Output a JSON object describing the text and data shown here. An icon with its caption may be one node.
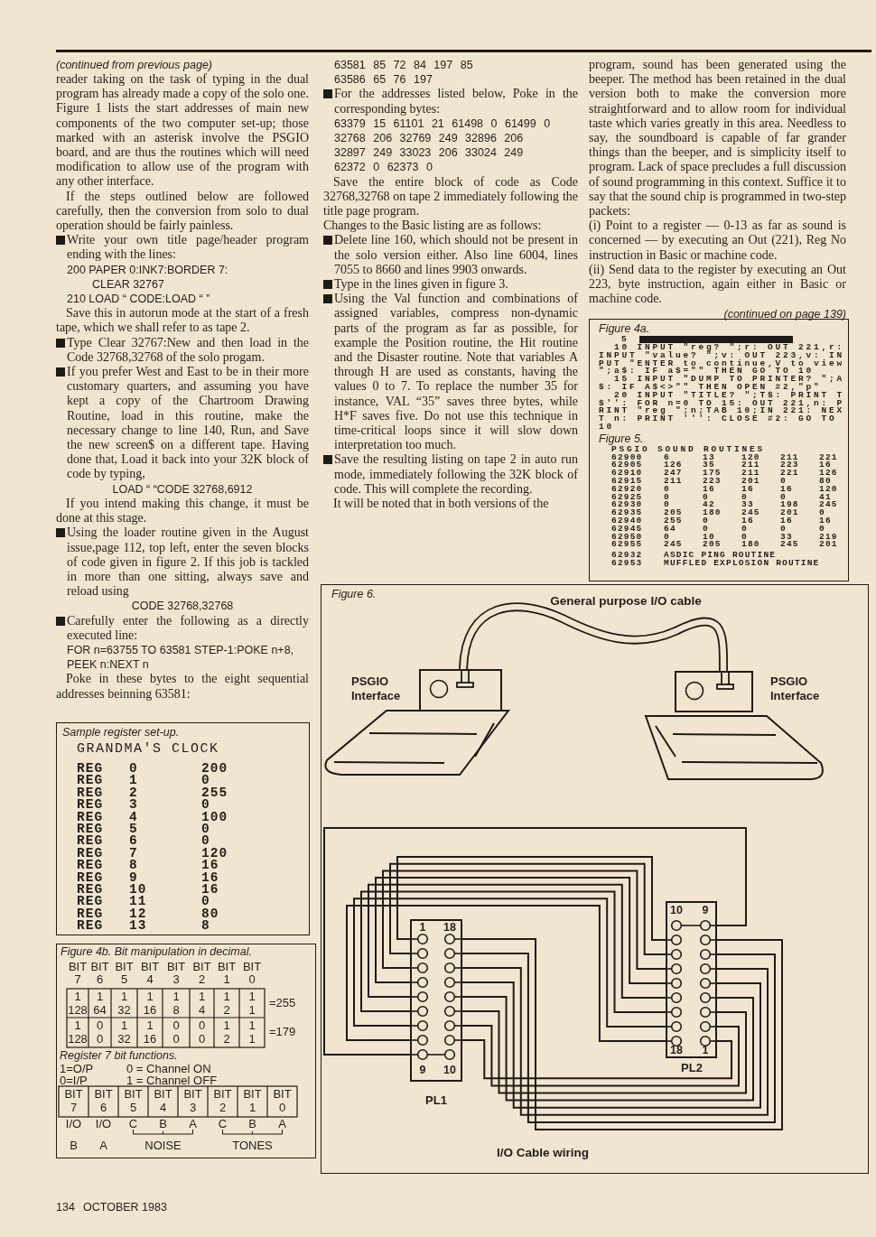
{
  "diagram": {
    "nodes": [
      {
        "text": [
          "PSGIO Interface"
        ]
      },
      {
        "text": [
          "PSGIO Interface"
        ]
      },
      {
        "text": [
          "1",
          "18",
          "9",
          "10",
          "PL1"
        ]
      },
      {
        "text": [
          "10",
          "9",
          "18",
          "1",
          "PL2"
        ]
      }
    ],
    "edges": [
      {
        "from": 0,
        "to": 1,
        "arrow": "none",
        "style": "thick"
      },
      {
        "from": 2,
        "to": 3,
        "arrow": "none"
      },
      {
        "from": 2,
        "to": 3,
        "arrow": "none"
      },
      {
        "from": 2,
        "to": 3,
        "arrow": "none"
      },
      {
        "from": 2,
        "to": 3,
        "arrow": "none"
      },
      {
        "from": 2,
        "to": 3,
        "arrow": "none"
      },
      {
        "from": 2,
        "to": 3,
        "arrow": "none"
      },
      {
        "from": 2,
        "to": 3,
        "arrow": "none"
      },
      {
        "from": 2,
        "to": 3,
        "arrow": "none"
      },
      {
        "from": 2,
        "to": 3,
        "arrow": "none"
      },
      {
        "from": 2,
        "to": 3,
        "arrow": "none"
      },
      {
        "from": 2,
        "to": 3,
        "arrow": "none"
      },
      {
        "from": 2,
        "to": 3,
        "arrow": "none"
      },
      {
        "from": 2,
        "to": 3,
        "arrow": "none"
      },
      {
        "from": 2,
        "to": 3,
        "arrow": "none"
      },
      {
        "from": 2,
        "to": 3,
        "arrow": "none"
      },
      {
        "from": 2,
        "to": 3,
        "arrow": "none"
      },
      {
        "from": 2,
        "to": 3,
        "arrow": "none"
      }
    ],
    "labels": [
      "(continued from previous page)",
      "reader taking on the task of typing in the dual program has already made a copy of the solo one. Figure 1 lists the start addresses of main new components of the two computer set-up; those marked with an asterisk involve the PSGIO board, and are thus the routines which will need modification to allow use of the program with any other interface.",
      "If the steps outlined below are followed carefully, then the conversion from solo to dual operation should be fairly painless.",
      "Write your own title page/header program ending with the lines:",
      "200 PAPER 0:INK7:BORDER 7:",
      "CLEAR 32767",
      "210 LOAD “ CODE:LOAD “ ”",
      "Save this in autorun mode at the start of a fresh tape, which we shall refer to as tape 2.",
      "Type Clear 32767:New and then load in the Code 32768,32768 of the solo progam.",
      "If you prefer West and East to be in their more customary quarters, and assuming you have kept a copy of the Chartroom Drawing Routine, load in this routine, make the necessary change to line 140, Run, and Save the new screen$ on a different tape. Having done that, Load it back into your 32K block of code by typing,",
      "LOAD “ “CODE 32768,6912",
      "If you intend making this change, it must be done at this stage.",
      "Using the loader routine given in the August issue,page 112, top left, enter the seven blocks of code given in figure 2. If this job is tackled in more than one sitting, always save and reload using",
      "CODE 32768,32768",
      "Carefully enter the following as a directly executed line:",
      "FOR n=63755 TO 63581 STEP-1:POKE n+8, PEEK n:NEXT n",
      "Poke in these bytes to the eight sequential addresses beinning 63581:",
      "63581 85 72 84 197 85",
      "63586 65 76 197",
      "For the addresses listed below, Poke in the corresponding bytes:",
      "63379 15 61101 21 61498 0 61499 0",
      "32768 206 32769 249 32896 206",
      "32897 249 33023 206 33024 249",
      "62372 0 62373 0",
      "Save the entire block of code as Code 32768,32768 on tape 2 immediately following the title page program.",
      "Changes to the Basic listing are as follows:",
      "Delete line 160, which should not be present in the solo version either. Also line 6004, lines 7055 to 8660 and lines 9903 onwards.",
      "Type in the lines given in figure 3.",
      "Using the Val function and combinations of assigned variables, compress non-dynamic parts of the program as far as possible, for example the Position routine, the Hit routine and the Disaster routine. Note that variables A through H are used as constants, having the values 0 to 7. To replace the number 35 for instance, VAL “35” saves three bytes, while H*F saves five. Do not use this technique in time-critical loops since it will slow down interpretation too much.",
      "Save the resulting listing on tape 2 in auto run mode, immediately following the 32K block of code. This will complete the recording.",
      "It will be noted that in both versions of the",
      "program, sound has been generated using the beeper. The method has been retained in the dual version both to make the conversion more straightforward and to allow room for individual taste which varies greatly in this area. Needless to say, the soundboard is capable of far grander things than the beeper, and is simplicity itself to program. Lack of space precludes a full discussion of sound programming in this context. Suffice it to say that the sound chip is programmed in two-step packets:",
      "(i) Point to a register — 0-13 as far as sound is concerned — by executing an Out (221), Reg No instruction in Basic or machine code.",
      "(ii) Send data to the register by executing an Out 223, byte instruction, again either in Basic or machine code.",
      "(continued on page 139)",
      "Figure 4a.",
      "5",
      "10 INPUT \"reg? \";r: OUT 221,r: INPUT \"value? \";v: OUT 223,v: INPUT \"ENTER to continue,V to view \";a$: IF a$=\"\" THEN GO TO 10",
      "15 INPUT \"DUMP TO PRINTER? \";A$: IF A$<>\"\" THEN OPEN #2,\"p\"",
      "20 INPUT \"TITLE? \";T$: PRINT T$'': FOR n=0 TO 15: OUT 221,n: PRINT \"reg \";n;TAB 10;IN 221: NEXT n: PRINT ''': CLOSE #2: GO TO 10",
      "Figure 5.",
      "PSGIO SOUND ROUTINES",
      "62900",
      "6",
      "13",
      "120",
      "211",
      "221",
      "62905",
      "126",
      "35",
      "211",
      "223",
      "16",
      "62910",
      "247",
      "175",
      "211",
      "221",
      "126",
      "62915",
      "211",
      "223",
      "201",
      "0",
      "80",
      "62920",
      "0",
      "16",
      "16",
      "16",
      "120",
      "62925",
      "0",
      "0",
      "0",
      "0",
      "41",
      "62930",
      "0",
      "42",
      "33",
      "198",
      "245",
      "62935",
      "205",
      "180",
      "245",
      "201",
      "0",
      "62940",
      "255",
      "0",
      "16",
      "16",
      "16",
      "62945",
      "64",
      "0",
      "0",
      "0",
      "0",
      "62950",
      "0",
      "10",
      "0",
      "33",
      "219",
      "62955",
      "245",
      "205",
      "180",
      "245",
      "201",
      "62932",
      "ASDIC PING ROUTINE",
      "62953",
      "MUFFLED EXPLOSION ROUTINE",
      "Sample register set-up.",
      "GRANDMA'S CLOCK",
      "REG",
      "0",
      "200",
      "REG",
      "1",
      "0",
      "REG",
      "2",
      "255",
      "REG",
      "3",
      "0",
      "REG",
      "4",
      "100",
      "REG",
      "5",
      "0",
      "REG",
      "6",
      "0",
      "REG",
      "7",
      "120",
      "REG",
      "8",
      "16",
      "REG",
      "9",
      "16",
      "REG",
      "10",
      "16",
      "REG",
      "11",
      "0",
      "REG",
      "12",
      "80",
      "REG",
      "13",
      "8",
      "Figure 4b. Bit manipulation in decimal.",
      "BIT",
      "BIT",
      "BIT",
      "BIT",
      "BIT",
      "BIT",
      "BIT",
      "BIT",
      "7",
      "6",
      "5",
      "4",
      "3",
      "2",
      "1",
      "0",
      "1",
      "1",
      "1",
      "1",
      "1",
      "1",
      "1",
      "1",
      "128",
      "64",
      "32",
      "16",
      "8",
      "4",
      "2",
      "1",
      "=255",
      "1",
      "0",
      "1",
      "1",
      "0",
      "0",
      "1",
      "1",
      "128",
      "0",
      "32",
      "16",
      "0",
      "0",
      "2",
      "1",
      "=179",
      "Register 7 bit functions.",
      "1=O/P",
      "0 = Channel ON",
      "0=I/P",
      "1 = Channel OFF",
      "BIT",
      "BIT",
      "BIT",
      "BIT",
      "BIT",
      "BIT",
      "BIT",
      "BIT",
      "7",
      "6",
      "5",
      "4",
      "3",
      "2",
      "1",
      "0",
      "I/O",
      "I/O",
      "C",
      "B",
      "A",
      "C",
      "B",
      "A",
      "B",
      "A",
      "NOISE",
      "TONES",
      "Figure 6.",
      "General purpose I/O cable",
      "I/O Cable wiring",
      "134",
      "OCTOBER 1983"
    ]
  }
}
